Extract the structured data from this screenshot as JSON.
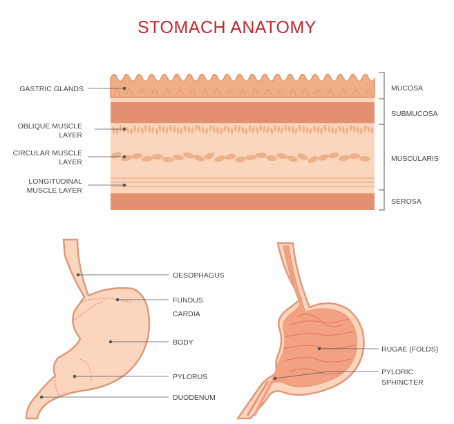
{
  "title": "STOMACH ANATOMY",
  "layer_labels": {
    "gastric_glands": "GASTRIC GLANDS",
    "oblique_1": "OBLIQUE MUSCLE",
    "oblique_2": "LAYER",
    "circular_1": "CIRCULAR MUSCLE",
    "circular_2": "LAYER",
    "longitudinal_1": "LONGITUDINAL",
    "longitudinal_2": "MUSCLE LAYER"
  },
  "bracket_labels": {
    "mucosa": "MUCOSA",
    "submucosa": "SUBMUCOSA",
    "muscularis": "MUSCULARIS",
    "serosa": "SEROSA"
  },
  "outer_labels": {
    "oesophagus": "OESOPHAGUS",
    "fundus": "FUNDUS",
    "cardia": "CARDIA",
    "body": "BODY",
    "pylorus": "PYLORUS",
    "duodenum": "DUODENUM"
  },
  "inner_labels": {
    "rugae": "RUGAE (FOLDS)",
    "pyloric_1": "PYLORIC",
    "pyloric_2": "SPHINCTER"
  },
  "colors": {
    "title": "#c0272d",
    "outline": "#e09878",
    "mucosa": "#f0ae84",
    "submucosa": "#e39070",
    "pale_layer": "#fbd6bd",
    "fibre": "#eeb089",
    "stomach_fill": "#fbd5bd",
    "rugae": "#f2a182",
    "label_line": "#555555"
  }
}
